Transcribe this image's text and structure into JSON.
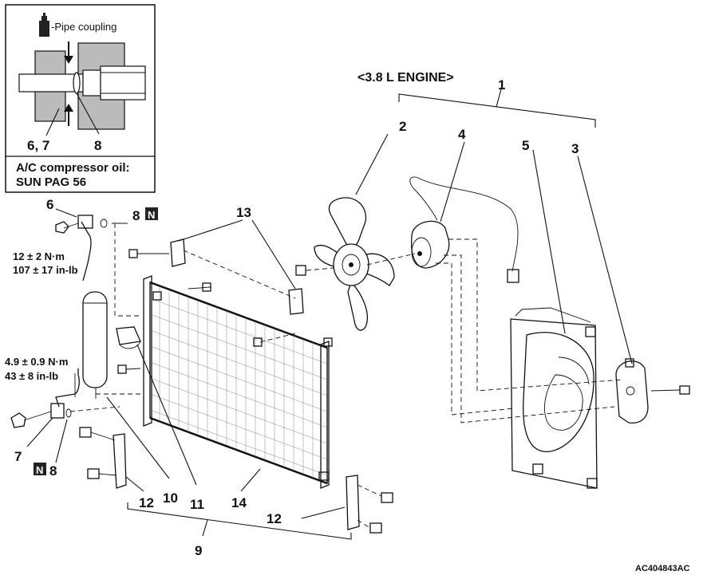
{
  "inset": {
    "icon": "oil-can-icon",
    "title": "-Pipe coupling",
    "label_left": "6, 7",
    "label_right": "8",
    "oil_line1": "A/C compressor oil:",
    "oil_line2": "SUN PAG 56"
  },
  "engine_label": "<3.8 L ENGINE>",
  "callouts": {
    "c1": "1",
    "c2": "2",
    "c3": "3",
    "c4": "4",
    "c5": "5",
    "c6": "6",
    "c7": "7",
    "c8_top": "8",
    "c8_bottom": "8",
    "c9": "9",
    "c10": "10",
    "c11": "11",
    "c12_left": "12",
    "c12_right": "12",
    "c13": "13",
    "c14": "14"
  },
  "badges": {
    "new_top": "N",
    "new_bottom": "N"
  },
  "torque": {
    "upper_line1": "12 ± 2 N·m",
    "upper_line2": "107 ± 17 in-lb",
    "lower_line1": "4.9 ± 0.9 N·m",
    "lower_line2": "43 ± 8 in-lb"
  },
  "figure_id": "AC404843AC"
}
